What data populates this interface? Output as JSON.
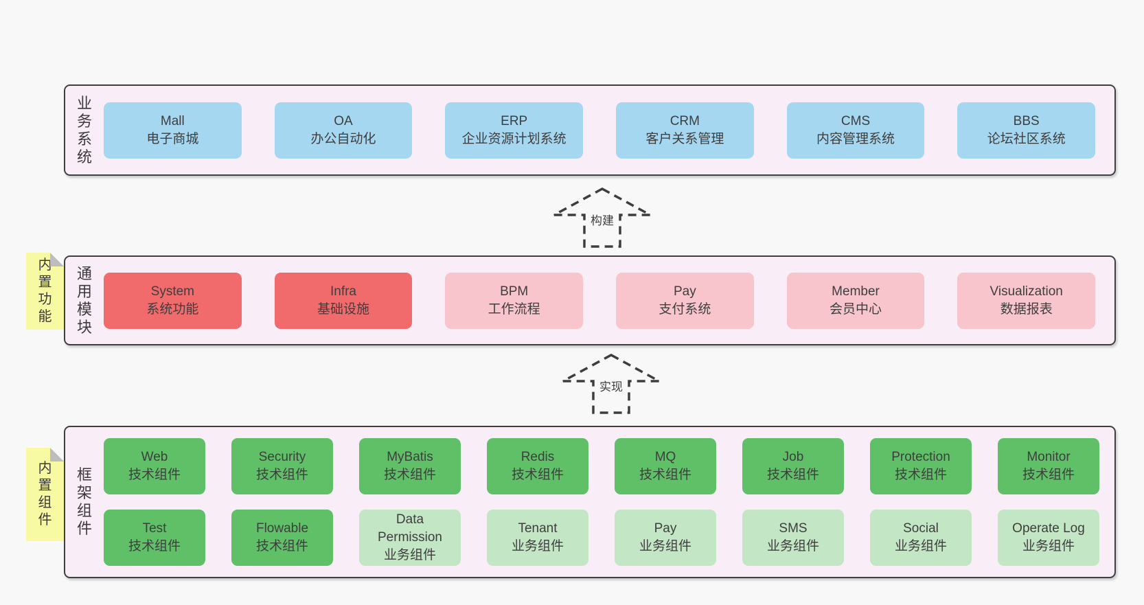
{
  "colors": {
    "page_bg": "#f8f8f8",
    "layer_bg": "#f9eef7",
    "layer_border": "#3f3f3f",
    "box_blue": "#a6d7f1",
    "box_red": "#f16a6c",
    "box_pink": "#f9c5cc",
    "box_green": "#5fc068",
    "box_lightgreen": "#c3e6c4",
    "sticky_yellow": "#f8f9a3",
    "sticky_fold": "#bdbdbd",
    "text": "#3d3d3d"
  },
  "layers": [
    {
      "id": "business-systems",
      "label": "业务系统",
      "sticky": null,
      "boxes": [
        {
          "title": "Mall",
          "subtitle": "电子商城",
          "variant": "blue"
        },
        {
          "title": "OA",
          "subtitle": "办公自动化",
          "variant": "blue"
        },
        {
          "title": "ERP",
          "subtitle": "企业资源计划系统",
          "variant": "blue"
        },
        {
          "title": "CRM",
          "subtitle": "客户关系管理",
          "variant": "blue"
        },
        {
          "title": "CMS",
          "subtitle": "内容管理系统",
          "variant": "blue"
        },
        {
          "title": "BBS",
          "subtitle": "论坛社区系统",
          "variant": "blue"
        }
      ]
    },
    {
      "id": "common-modules",
      "label": "通用模块",
      "sticky": "内置功能",
      "boxes": [
        {
          "title": "System",
          "subtitle": "系统功能",
          "variant": "red"
        },
        {
          "title": "Infra",
          "subtitle": "基础设施",
          "variant": "red"
        },
        {
          "title": "BPM",
          "subtitle": "工作流程",
          "variant": "pink"
        },
        {
          "title": "Pay",
          "subtitle": "支付系统",
          "variant": "pink"
        },
        {
          "title": "Member",
          "subtitle": "会员中心",
          "variant": "pink"
        },
        {
          "title": "Visualization",
          "subtitle": "数据报表",
          "variant": "pink"
        }
      ]
    },
    {
      "id": "framework-components",
      "label": "框架组件",
      "sticky": "内置组件",
      "boxes": [
        {
          "title": "Web",
          "subtitle": "技术组件",
          "variant": "green"
        },
        {
          "title": "Security",
          "subtitle": "技术组件",
          "variant": "green"
        },
        {
          "title": "MyBatis",
          "subtitle": "技术组件",
          "variant": "green"
        },
        {
          "title": "Redis",
          "subtitle": "技术组件",
          "variant": "green"
        },
        {
          "title": "MQ",
          "subtitle": "技术组件",
          "variant": "green"
        },
        {
          "title": "Job",
          "subtitle": "技术组件",
          "variant": "green"
        },
        {
          "title": "Protection",
          "subtitle": "技术组件",
          "variant": "green"
        },
        {
          "title": "Monitor",
          "subtitle": "技术组件",
          "variant": "green"
        },
        {
          "title": "Test",
          "subtitle": "技术组件",
          "variant": "green"
        },
        {
          "title": "Flowable",
          "subtitle": "技术组件",
          "variant": "green"
        },
        {
          "title": "Data Permission",
          "subtitle": "业务组件",
          "variant": "lightgreen"
        },
        {
          "title": "Tenant",
          "subtitle": "业务组件",
          "variant": "lightgreen"
        },
        {
          "title": "Pay",
          "subtitle": "业务组件",
          "variant": "lightgreen"
        },
        {
          "title": "SMS",
          "subtitle": "业务组件",
          "variant": "lightgreen"
        },
        {
          "title": "Social",
          "subtitle": "业务组件",
          "variant": "lightgreen"
        },
        {
          "title": "Operate Log",
          "subtitle": "业务组件",
          "variant": "lightgreen"
        }
      ]
    }
  ],
  "arrows": [
    {
      "label": "构建"
    },
    {
      "label": "实现"
    }
  ]
}
